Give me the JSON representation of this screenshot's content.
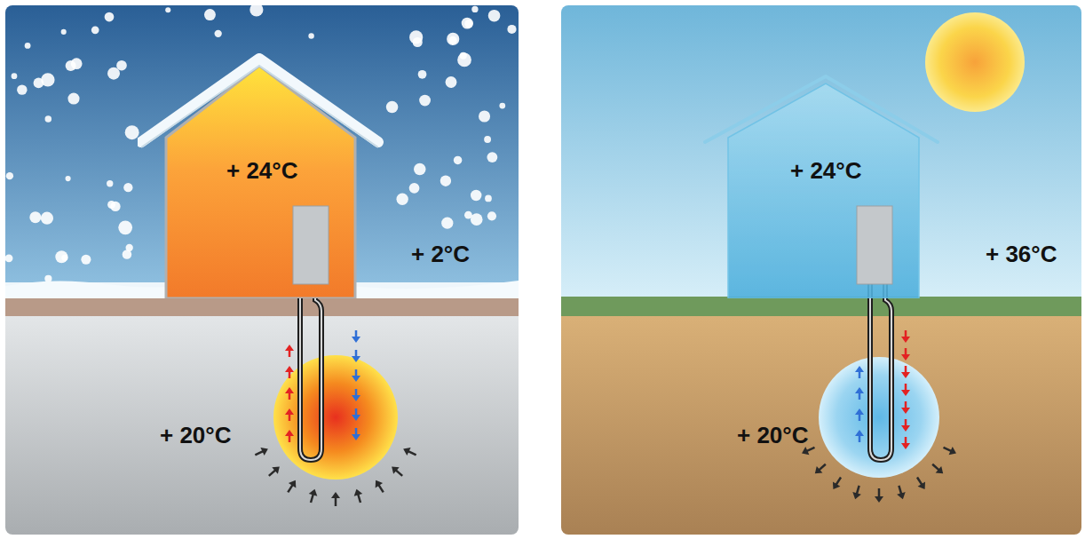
{
  "diagram": {
    "nodes": [
      {
        "text": [
          "+ 24°C"
        ]
      },
      {
        "text": [
          "+ 24°C"
        ]
      }
    ],
    "labels": [
      "+ 2°C",
      "+ 20°C",
      "+ 36°C",
      "+ 20°C"
    ]
  }
}
